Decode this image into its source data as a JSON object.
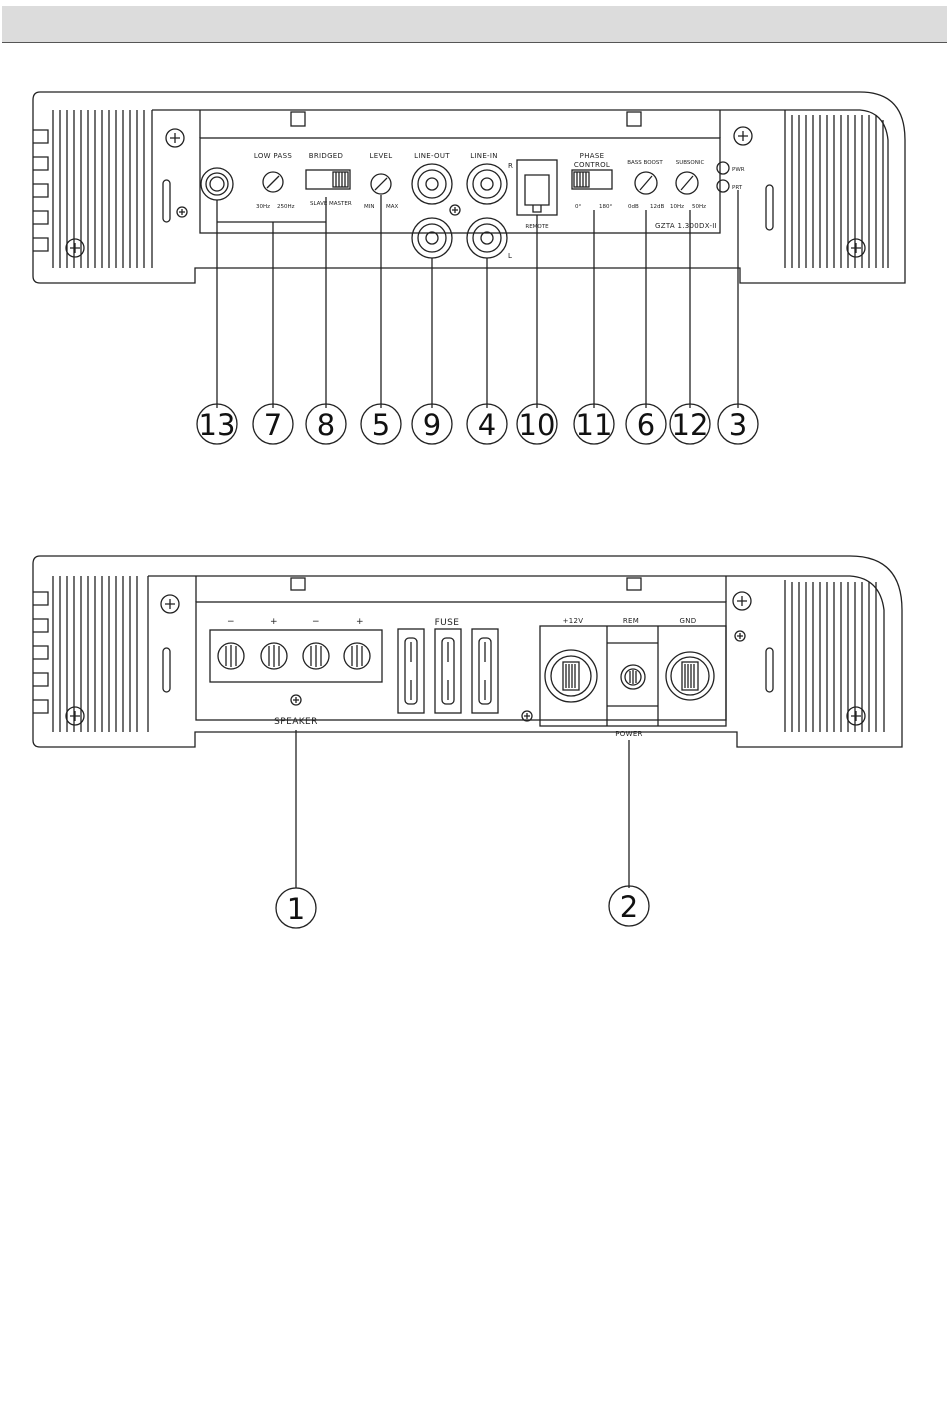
{
  "top_panel": {
    "labels": {
      "low_pass": "LOW PASS",
      "bridged": "BRIDGED",
      "level": "LEVEL",
      "line_out": "LINE-OUT",
      "line_in": "LINE-IN",
      "r": "R",
      "l": "L",
      "phase": "PHASE",
      "control": "CONTROL",
      "bass_boost": "BASS BOOST",
      "subsonic": "SUBSONIC",
      "pwr": "PWR",
      "prt": "PRT",
      "remote": "REMOTE",
      "model": "GZTA 1.300DX-II",
      "lp_min": "30Hz",
      "lp_max": "250Hz",
      "slave": "SLAVE",
      "master": "MASTER",
      "level_min": "MIN",
      "level_max": "MAX",
      "phase_0": "0°",
      "phase_180": "180°",
      "bb_min": "0dB",
      "bb_max": "12dB",
      "ss_min": "10Hz",
      "ss_max": "50Hz"
    },
    "callouts": [
      "13",
      "7",
      "8",
      "5",
      "9",
      "4",
      "10",
      "11",
      "6",
      "12",
      "3"
    ]
  },
  "bottom_panel": {
    "labels": {
      "minus1": "−",
      "plus1": "+",
      "minus2": "−",
      "plus2": "+",
      "fuse": "FUSE",
      "speaker": "SPEAKER",
      "v12": "+12V",
      "rem": "REM",
      "gnd": "GND",
      "power": "POWER"
    },
    "callouts": [
      "1",
      "2"
    ]
  },
  "colors": {
    "line": "#222222",
    "header_bar": "#dcdcdc"
  }
}
